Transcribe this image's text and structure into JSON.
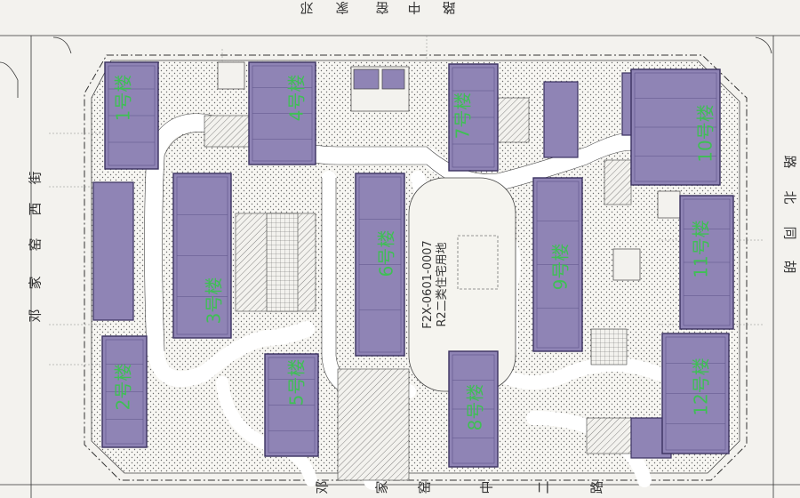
{
  "streets": {
    "north": [
      "邓",
      "家",
      "窑",
      "中",
      "路"
    ],
    "west": [
      "邓",
      "家",
      "窑",
      "西",
      "街"
    ],
    "south": [
      "邓",
      "家",
      "窑",
      "中",
      "二",
      "路"
    ],
    "east": [
      "胡",
      "同",
      "北",
      "路"
    ]
  },
  "site": {
    "code": "F2X-0601-0007",
    "use": "R2二类住宅用地"
  },
  "buildings": [
    {
      "id": "b1",
      "label": "1号楼"
    },
    {
      "id": "b2",
      "label": "2号楼"
    },
    {
      "id": "b3",
      "label": "3号楼"
    },
    {
      "id": "b4",
      "label": "4号楼"
    },
    {
      "id": "b5",
      "label": "5号楼"
    },
    {
      "id": "b6",
      "label": "6号楼"
    },
    {
      "id": "b7",
      "label": "7号楼"
    },
    {
      "id": "b8",
      "label": "8号楼"
    },
    {
      "id": "b9",
      "label": "9号楼"
    },
    {
      "id": "b10",
      "label": "10号楼"
    },
    {
      "id": "b11",
      "label": "11号楼"
    },
    {
      "id": "b12",
      "label": "12号楼"
    }
  ],
  "colors": {
    "building_fill": "#8f84b5",
    "building_stroke": "#3a3160",
    "label": "#3fbf55",
    "paper": "#f3f2ee",
    "road": "#ffffff"
  }
}
